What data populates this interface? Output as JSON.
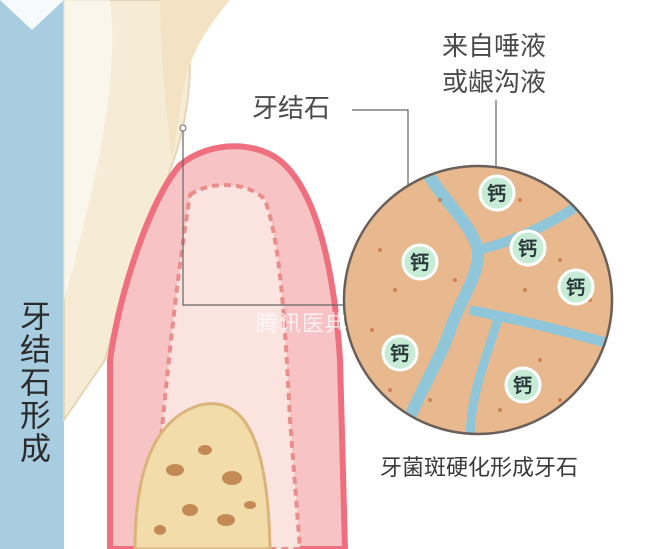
{
  "sidebar": {
    "title": "牙结石形成"
  },
  "labels": {
    "tartar": "牙结石",
    "saliva_line1": "来自唾液",
    "saliva_line2": "或龈沟液",
    "caption": "牙菌斑硬化形成牙石"
  },
  "calcium_label": "钙",
  "watermark": "腾讯医典",
  "colors": {
    "sidebar": "#a9cde0",
    "gum": "#ef6f7e",
    "plaque": "#e8b98e",
    "channel": "#8fc6d9",
    "calcium": "#c7ecd6"
  }
}
